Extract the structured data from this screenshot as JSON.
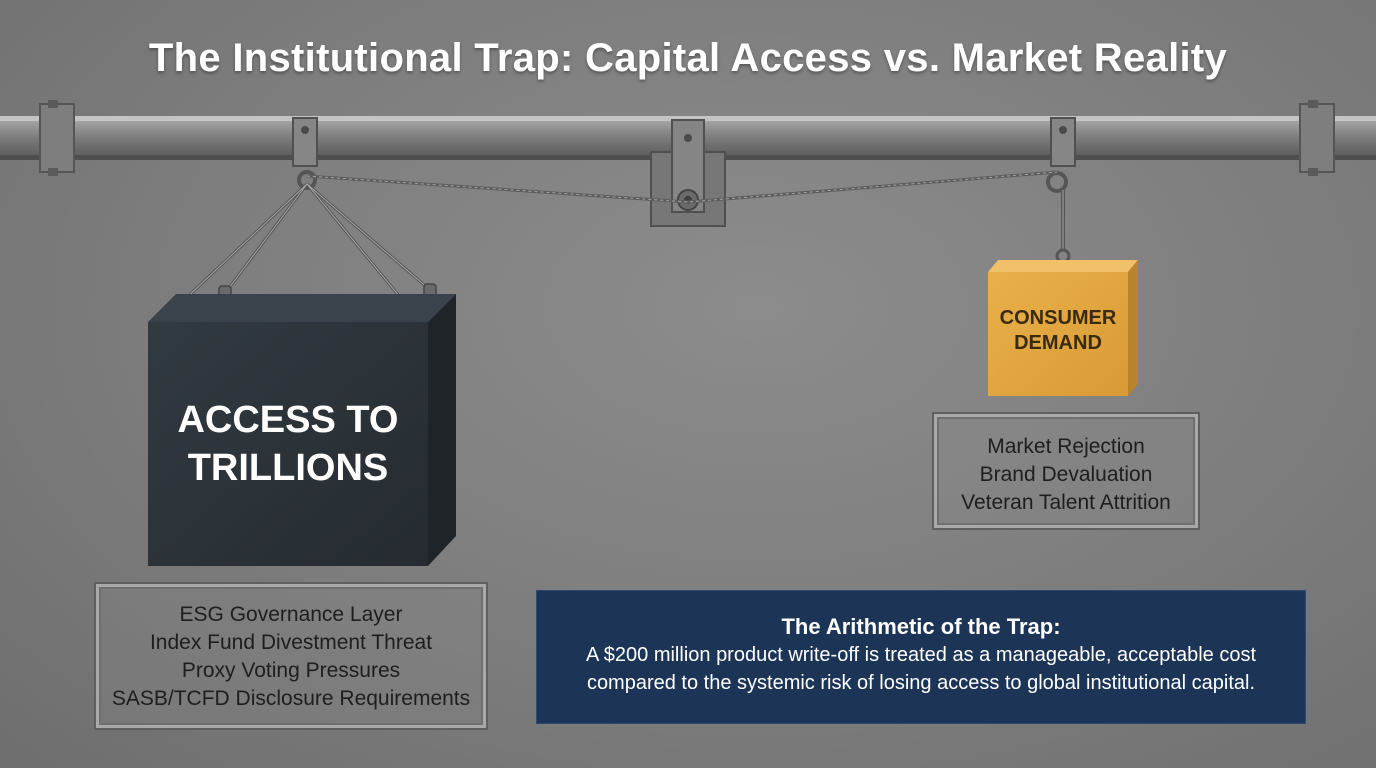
{
  "title": "The Institutional Trap: Capital Access vs. Market Reality",
  "left_weight": {
    "label_line1": "ACCESS TO",
    "label_line2": "TRILLIONS",
    "layers": [
      "ESG Governance Layer",
      "Index Fund Divestment Threat",
      "Proxy Voting Pressures",
      "SASB/TCFD Disclosure Requirements"
    ]
  },
  "right_weight": {
    "label_line1": "CONSUMER",
    "label_line2": "DEMAND",
    "layers": [
      "Market Rejection",
      "Brand Devaluation",
      "Veteran Talent Attrition"
    ]
  },
  "callout": {
    "heading": "The Arithmetic of the Trap:",
    "body": "A $200 million product write-off is treated as a manageable, acceptable cost compared to the systemic risk of losing access to global institutional capital."
  },
  "colors": {
    "background": "#808080",
    "dark_block": "#2b3238",
    "consumer_block": "#e0a640",
    "callout_bg": "#1c3557",
    "steel": "#8e8e8e"
  }
}
